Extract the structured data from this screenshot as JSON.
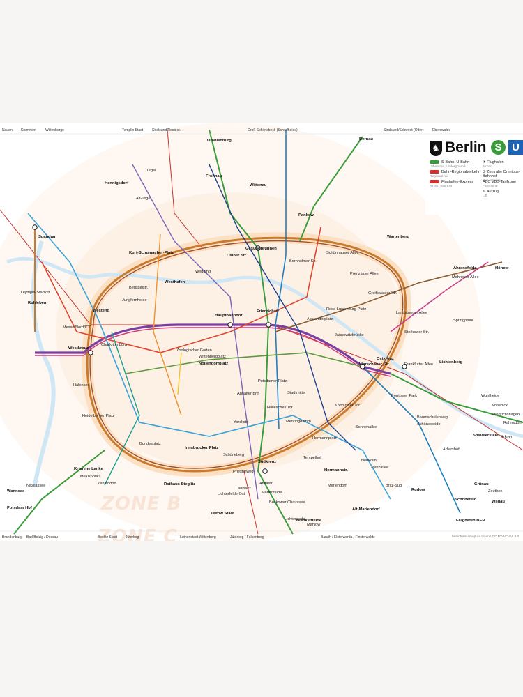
{
  "brand": {
    "title": "Berlin",
    "s_glyph": "S",
    "u_glyph": "U"
  },
  "legend": [
    {
      "text": "S-Bahn, U-Bahn",
      "sub": "Urban rail, Underground",
      "color": "#3a9b3a"
    },
    {
      "text": "Bahn-Regionalverkehr",
      "sub": "Regional rail",
      "color": "#d0312d"
    },
    {
      "text": "Flughafen-Express",
      "sub": "Airport express",
      "color": "#d0312d"
    },
    {
      "text": "Flughafen",
      "sub": "Airport",
      "color": ""
    },
    {
      "text": "Zentraler Omnibus-Bahnhof",
      "sub": "Bus terminal",
      "color": ""
    },
    {
      "text": "VBB-Tarifzone",
      "sub": "Fare zone",
      "color": ""
    },
    {
      "text": "Aufzug",
      "sub": "Lift",
      "color": ""
    }
  ],
  "zones": [
    "ZONE B",
    "ZONE C"
  ],
  "edge_labels": {
    "top": [
      "Nauen",
      "Kremmen",
      "Wittenberge",
      "Templin Stadt",
      "Stralsund/Rostock",
      "Groß Schönebeck (Schorfheide)",
      "Stralsund/Schwedt (Oder)",
      "Eberswalde"
    ],
    "bottom": [
      "Brandenburg",
      "Bad Belzig / Dessau",
      "Beelitz Stadt",
      "Jüterbog",
      "Luthenstadt Wittenberg",
      "Jüterbog / Falkenberg",
      "Baruth / Elsterwerda / Finsterwalde"
    ]
  },
  "credit": "berlintransitmap.de  Lizenz CC BY-NC-SA 4.0",
  "stations": [
    {
      "n": "Hennigsdorf",
      "b": true
    },
    {
      "n": "Frohnau",
      "b": true
    },
    {
      "n": "Oranienburg",
      "b": true
    },
    {
      "n": "Bernau",
      "b": true
    },
    {
      "n": "Spandau",
      "b": true
    },
    {
      "n": "Westkreuz",
      "b": true
    },
    {
      "n": "Westend",
      "b": true
    },
    {
      "n": "Westhafen",
      "b": true
    },
    {
      "n": "Gesundbrunnen",
      "b": true
    },
    {
      "n": "Hauptbahnhof",
      "b": true
    },
    {
      "n": "Friedrichstr.",
      "b": true
    },
    {
      "n": "Alexanderplatz",
      "b": false
    },
    {
      "n": "Ostkreuz",
      "b": true
    },
    {
      "n": "Warschauer Str.",
      "b": true
    },
    {
      "n": "Südkreuz",
      "b": true
    },
    {
      "n": "Wannsee",
      "b": true
    },
    {
      "n": "Potsdam Hbf",
      "b": true
    },
    {
      "n": "Schönefeld",
      "b": true
    },
    {
      "n": "Flughafen BER",
      "b": true
    },
    {
      "n": "Blankenfelde",
      "b": true
    },
    {
      "n": "Rathaus Steglitz",
      "b": true
    },
    {
      "n": "Krumme Lanke",
      "b": true
    },
    {
      "n": "Hermannstr.",
      "b": true
    },
    {
      "n": "Rudow",
      "b": true
    },
    {
      "n": "Pankow",
      "b": true
    },
    {
      "n": "Wittenau",
      "b": true
    },
    {
      "n": "Tegel",
      "b": false
    },
    {
      "n": "Wartenberg",
      "b": true
    },
    {
      "n": "Ahrensfelde",
      "b": true
    },
    {
      "n": "Hönow",
      "b": true
    },
    {
      "n": "Erkner",
      "b": false
    },
    {
      "n": "Spindlersfeld",
      "b": true
    },
    {
      "n": "Grünau",
      "b": true
    },
    {
      "n": "Wildau",
      "b": true
    },
    {
      "n": "Zeuthen",
      "b": false
    },
    {
      "n": "Ruhleben",
      "b": true
    },
    {
      "n": "Olympia-Stadion",
      "b": false
    },
    {
      "n": "Messe Nord/ICC",
      "b": false
    },
    {
      "n": "Charlottenburg",
      "b": false
    },
    {
      "n": "Zoologischer Garten",
      "b": false
    },
    {
      "n": "Nollendorfplatz",
      "b": true
    },
    {
      "n": "Wittenbergplatz",
      "b": false
    },
    {
      "n": "Potsdamer Platz",
      "b": false
    },
    {
      "n": "Anhalter Bhf",
      "b": false
    },
    {
      "n": "Yorckstr.",
      "b": false
    },
    {
      "n": "Schöneberg",
      "b": false
    },
    {
      "n": "Innsbrucker Platz",
      "b": true
    },
    {
      "n": "Bundesplatz",
      "b": false
    },
    {
      "n": "Heidelberger Platz",
      "b": false
    },
    {
      "n": "Halensee",
      "b": false
    },
    {
      "n": "Treptower Park",
      "b": false
    },
    {
      "n": "Frankfurter Allee",
      "b": false
    },
    {
      "n": "Storkower Str.",
      "b": false
    },
    {
      "n": "Landsberger Allee",
      "b": false
    },
    {
      "n": "Greifswalder Str.",
      "b": false
    },
    {
      "n": "Prenzlauer Allee",
      "b": false
    },
    {
      "n": "Schönhauser Allee",
      "b": false
    },
    {
      "n": "Bornholmer Str.",
      "b": false
    },
    {
      "n": "Wedding",
      "b": false
    },
    {
      "n": "Beusselstr.",
      "b": false
    },
    {
      "n": "Jungfernheide",
      "b": false
    },
    {
      "n": "Tempelhof",
      "b": false
    },
    {
      "n": "Neukölln",
      "b": false
    },
    {
      "n": "Sonnenallee",
      "b": false
    },
    {
      "n": "Hallesches Tor",
      "b": false
    },
    {
      "n": "Kottbusser Tor",
      "b": false
    },
    {
      "n": "Hermannplatz",
      "b": false
    },
    {
      "n": "Mehringdamm",
      "b": false
    },
    {
      "n": "Stadtmitte",
      "b": false
    },
    {
      "n": "Rosa-Luxemburg-Platz",
      "b": false
    },
    {
      "n": "Jannowitzbrücke",
      "b": false
    },
    {
      "n": "Baumschulenweg",
      "b": false
    },
    {
      "n": "Schöneweide",
      "b": false
    },
    {
      "n": "Adlershof",
      "b": false
    },
    {
      "n": "Lichtenberg",
      "b": true
    },
    {
      "n": "Springpfuhl",
      "b": false
    },
    {
      "n": "Priesterweg",
      "b": false
    },
    {
      "n": "Lichterfelde Ost",
      "b": false
    },
    {
      "n": "Teltow Stadt",
      "b": true
    },
    {
      "n": "Marienfelde",
      "b": false
    },
    {
      "n": "Attilastr.",
      "b": false
    },
    {
      "n": "Mariendorf",
      "b": false
    },
    {
      "n": "Alt-Mariendorf",
      "b": true
    },
    {
      "n": "Grenzallee",
      "b": false
    },
    {
      "n": "Britz-Süd",
      "b": false
    },
    {
      "n": "Osloer Str.",
      "b": true
    },
    {
      "n": "Alt-Tegel",
      "b": false
    },
    {
      "n": "Kurt-Schumacher-Platz",
      "b": true
    },
    {
      "n": "Mehrower Allee",
      "b": false
    },
    {
      "n": "Wuhlheide",
      "b": false
    },
    {
      "n": "Köpenick",
      "b": false
    },
    {
      "n": "Friedrichshagen",
      "b": false
    },
    {
      "n": "Rahnsdorf",
      "b": false
    },
    {
      "n": "Nikolassee",
      "b": false
    },
    {
      "n": "Zehlendorf",
      "b": false
    },
    {
      "n": "Mexikoplatz",
      "b": false
    },
    {
      "n": "Lankwitz",
      "b": false
    },
    {
      "n": "Buckower Chaussee",
      "b": false
    },
    {
      "n": "Lichtenrade",
      "b": false
    },
    {
      "n": "Mahlow",
      "b": false
    }
  ]
}
